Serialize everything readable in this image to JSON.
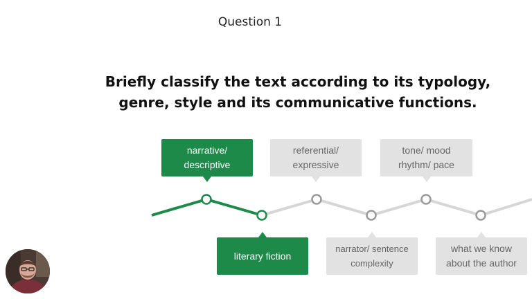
{
  "slide": {
    "question_label": "Question 1",
    "heading_line1": "Briefly classify the text according to its typology,",
    "heading_line2": "genre, style and its communicative functions."
  },
  "timeline": {
    "upper_labels": [
      {
        "line1": "narrative/",
        "line2": "descriptive",
        "state": "active"
      },
      {
        "line1": "referential/",
        "line2": "expressive",
        "state": "inactive"
      },
      {
        "line1": "tone/ mood",
        "line2": "rhythm/ pace",
        "state": "inactive"
      }
    ],
    "lower_labels": [
      {
        "line1": "literary fiction",
        "line2": "",
        "state": "active"
      },
      {
        "line1": "narrator/ sentence",
        "line2": "complexity",
        "state": "inactive"
      },
      {
        "line1": "what we know",
        "line2": "about the author",
        "state": "inactive"
      }
    ]
  },
  "colors": {
    "accent": "#1d8a4a",
    "inactive_box": "#e2e2e2",
    "inactive_line": "#d6d6d6",
    "inactive_text": "#666666"
  },
  "icons": {
    "presenter": "presenter-avatar"
  }
}
